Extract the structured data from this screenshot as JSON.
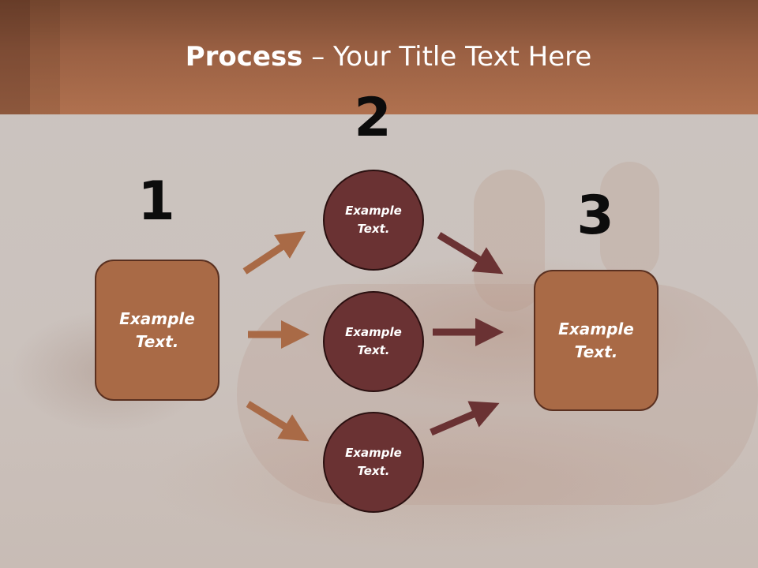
{
  "slide": {
    "title_bold": "Process",
    "title_rest": " – Your Title Text Here",
    "steps": [
      {
        "number": "1",
        "label_line1": "Example",
        "label_line2": "Text."
      },
      {
        "number": "2"
      },
      {
        "number": "3",
        "label_line1": "Example",
        "label_line2": "Text."
      }
    ],
    "circles": [
      {
        "line1": "Example",
        "line2": "Text."
      },
      {
        "line1": "Example",
        "line2": "Text."
      },
      {
        "line1": "Example",
        "line2": "Text."
      }
    ]
  },
  "colors": {
    "header": "#b0714f",
    "box_fill": "#a96a46",
    "circle_fill": "#6a3233",
    "arrow_left": "#a96a46",
    "arrow_right": "#6a3233",
    "background": "#cfc8c4"
  }
}
